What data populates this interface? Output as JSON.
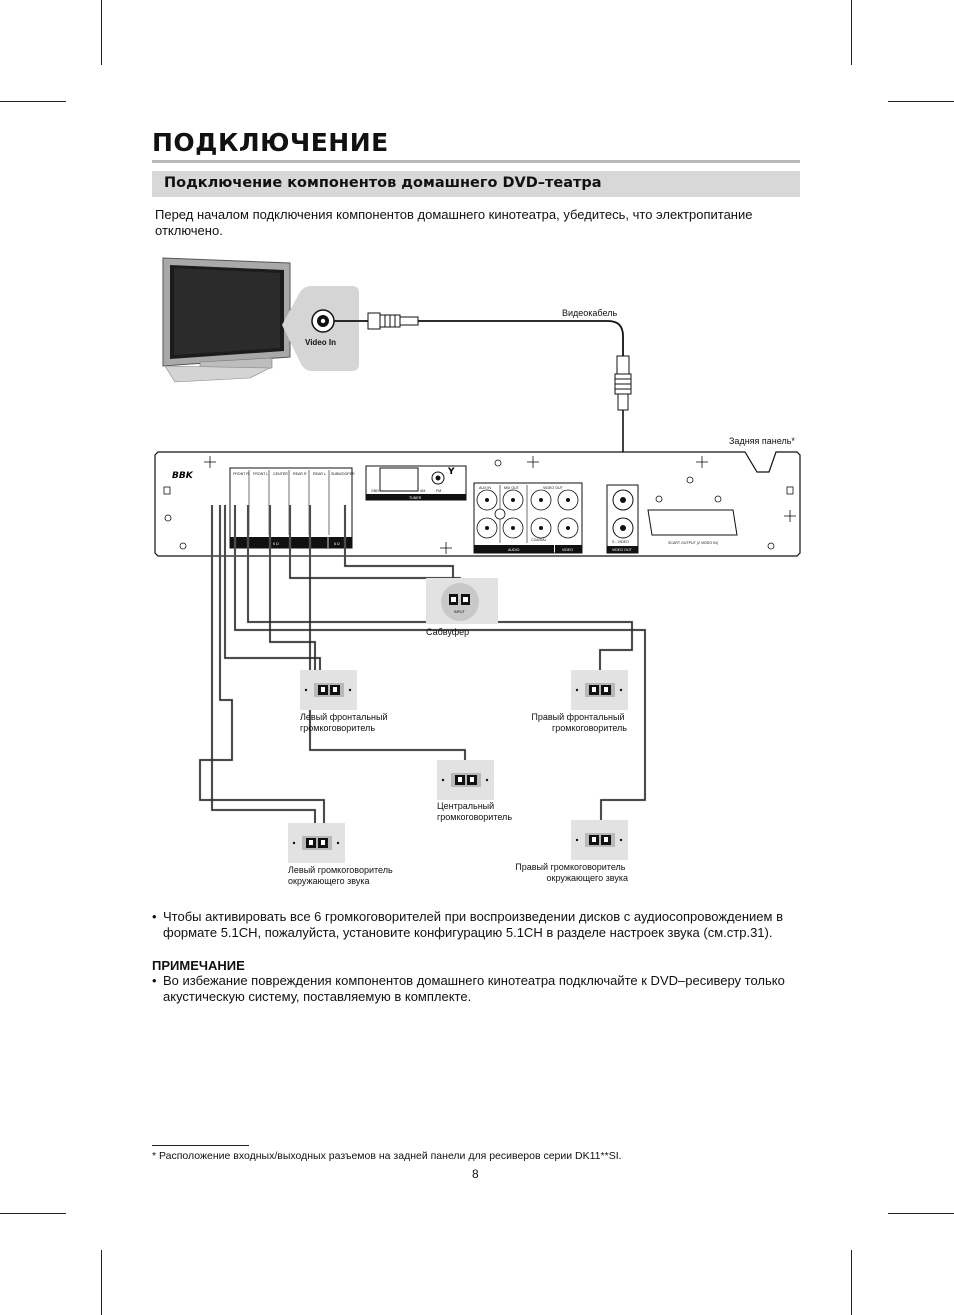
{
  "page": {
    "title": "ПОДКЛЮЧЕНИЕ",
    "section_title": "Подключение компонентов домашнего DVD–театра",
    "intro": "Перед началом подключения компонентов домашнего кинотеатра, убедитесь, что электропитание отключено.",
    "page_number": "8"
  },
  "diagram": {
    "tv_jack_label": "Video In",
    "cable_label": "Видеокабель",
    "rear_panel_label": "Задняя панель*",
    "brand": "BBK",
    "subwoofer_label": "Сабвуфер",
    "subwoofer_input": "INPUT",
    "speakers": {
      "front_left": [
        "Левый фронтальный",
        "громкоговоритель"
      ],
      "front_right": [
        "Правый фронтальный",
        "громкоговоритель"
      ],
      "center": [
        "Центральный",
        "громкоговоритель"
      ],
      "surround_left": [
        "Левый громкоговоритель",
        "окружающего звука"
      ],
      "surround_right": [
        "Правый громкоговоритель",
        "окружающего звука"
      ]
    },
    "panel_text": {
      "speaker_block": [
        "FRONT R",
        "FRONT L",
        "CENTER",
        "REAR R",
        "REAR L",
        "SUBWOOFER"
      ],
      "ohm": "6 Ω",
      "tuner": "TUNER",
      "am": "AM",
      "fm": "FM",
      "gnd": "GND",
      "aux_in": "AUX IN",
      "mix_out": "MIX OUT",
      "video_out": "VIDEO OUT",
      "audio": "AUDIO",
      "video": "VIDEO",
      "coaxial": "COAXIAL",
      "video_out_bottom": "VIDEO OUT",
      "scart": "SCART OUTPUT (2 VIDEO IN)",
      "svideo": "S - VIDEO"
    }
  },
  "bullets": {
    "b1": "Чтобы активировать все 6 громкоговорителей при воспроизведении дисков с аудиосопровождением в формате 5.1CH, пожалуйста, установите конфигурацию 5.1CH в разделе настроек звука (см.стр.31).",
    "note_heading": "ПРИМЕЧАНИЕ",
    "b2": "Во избежание повреждения компонентов домашнего кинотеатра подключайте к DVD–ресиверу только акустическую систему, поставляемую в комплекте."
  },
  "footnote": "* Расположение входных/выходных разъемов на задней панели для ресиверов серии DK11**SI."
}
